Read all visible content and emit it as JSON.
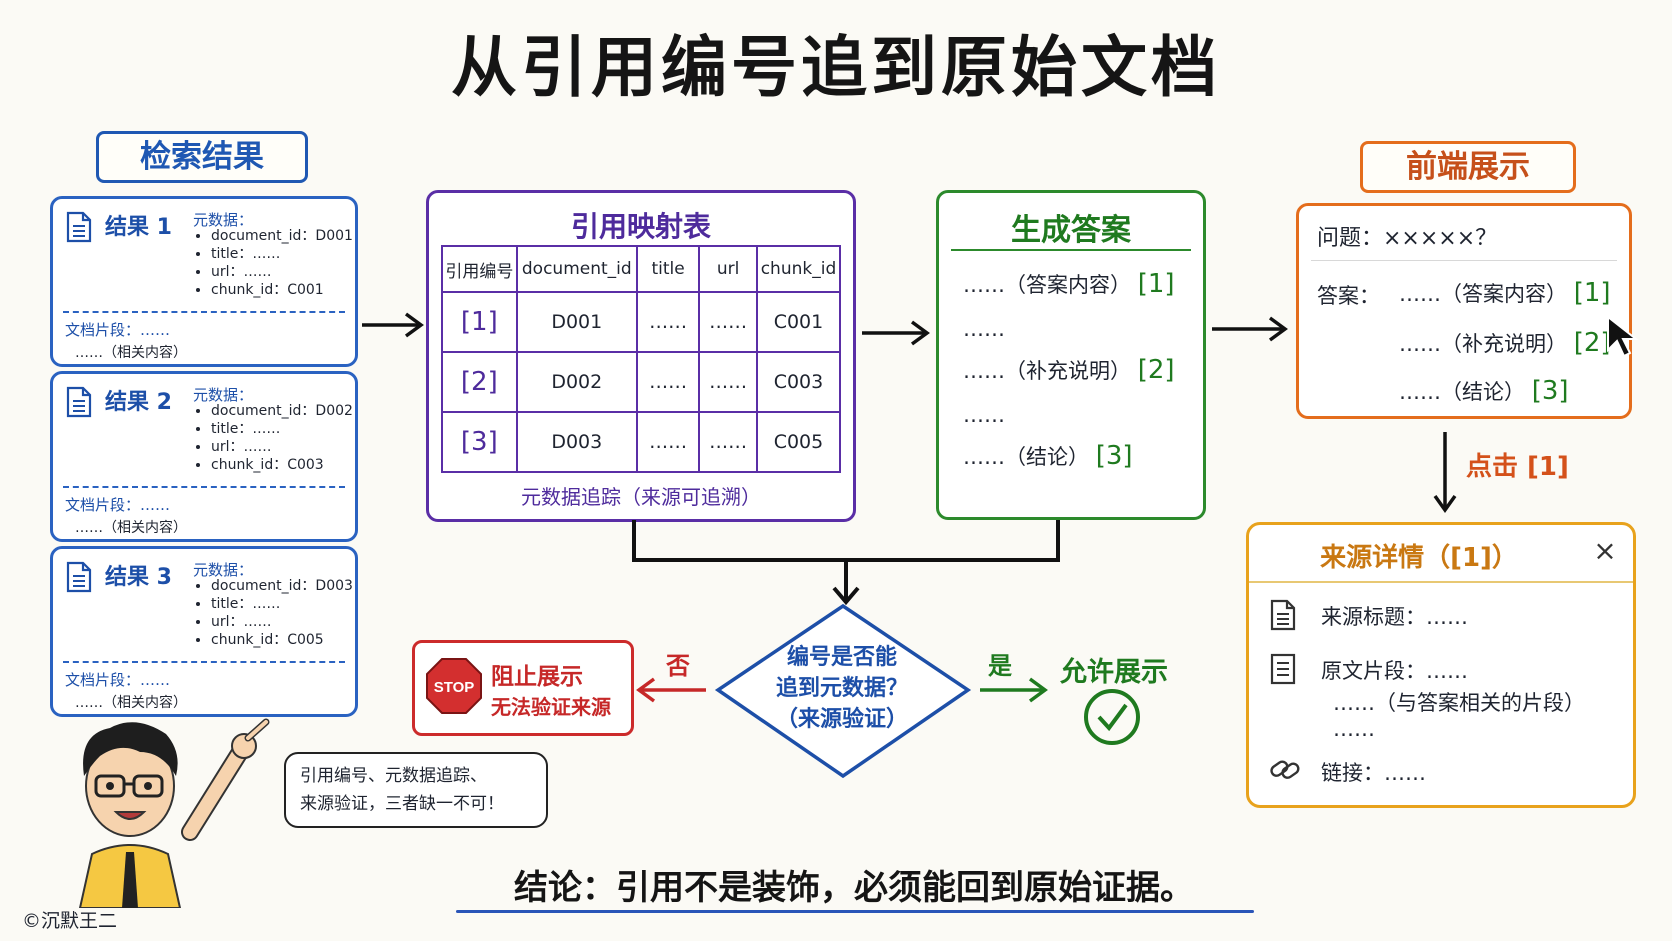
{
  "title": "从引用编号追到原始文档",
  "retrieval": {
    "header": "检索结果",
    "meta_label": "元数据：",
    "snippet_label": "文档片段：……",
    "snippet_content": "……（相关内容）",
    "cards": [
      {
        "title": "结果 1",
        "fields": [
          "document_id：D001",
          "title：……",
          "url：……",
          "chunk_id：C001"
        ]
      },
      {
        "title": "结果 2",
        "fields": [
          "document_id：D002",
          "title：……",
          "url：……",
          "chunk_id：C003"
        ]
      },
      {
        "title": "结果 3",
        "fields": [
          "document_id：D003",
          "title：……",
          "url：……",
          "chunk_id：C005"
        ]
      }
    ]
  },
  "mapping": {
    "title": "引用映射表",
    "headers": [
      "引用编号",
      "document_id",
      "title",
      "url",
      "chunk_id"
    ],
    "rows": [
      [
        "[1]",
        "D001",
        "……",
        "……",
        "C001"
      ],
      [
        "[2]",
        "D002",
        "……",
        "……",
        "C003"
      ],
      [
        "[3]",
        "D003",
        "……",
        "……",
        "C005"
      ]
    ],
    "note": "元数据追踪（来源可追溯）"
  },
  "answer": {
    "title": "生成答案",
    "lines": [
      {
        "text": "……（答案内容）",
        "ref": "[1]"
      },
      {
        "text": "……",
        "ref": ""
      },
      {
        "text": "……（补充说明）",
        "ref": "[2]"
      },
      {
        "text": "……",
        "ref": ""
      },
      {
        "text": "……（结论）",
        "ref": "[3]"
      }
    ]
  },
  "frontend": {
    "header": "前端展示",
    "question": "问题：×××××？",
    "answer_label": "答案：",
    "lines": [
      {
        "text": "……（答案内容）",
        "ref": "[1]"
      },
      {
        "text": "……（补充说明）",
        "ref": "[2]"
      },
      {
        "text": "……（结论）",
        "ref": "[3]"
      }
    ],
    "click_label": "点击 [1]"
  },
  "source": {
    "title": "来源详情（[1]）",
    "close": "×",
    "title_label": "来源标题：……",
    "snippet_label": "原文片段：……",
    "snippet_detail": "……（与答案相关的片段）",
    "snippet_more": "……",
    "link_label": "链接：……"
  },
  "decision": {
    "question": [
      "编号是否能",
      "追到元数据？",
      "（来源验证）"
    ],
    "no": "否",
    "yes": "是",
    "block_title": "阻止展示",
    "block_sub": "无法验证来源",
    "stop_sign": "STOP",
    "allow": "允许展示"
  },
  "bubble": [
    "引用编号、元数据追踪、",
    "来源验证，三者缺一不可！"
  ],
  "conclusion": "结论：引用不是装饰，必须能回到原始证据。",
  "copyright": "©沉默王二",
  "colors": {
    "blue": "#2a62c1",
    "purple": "#5a2ea6",
    "green": "#2c8a2c",
    "orange": "#e46d1c",
    "gold": "#e8a21c",
    "red": "#cc2b2b"
  }
}
